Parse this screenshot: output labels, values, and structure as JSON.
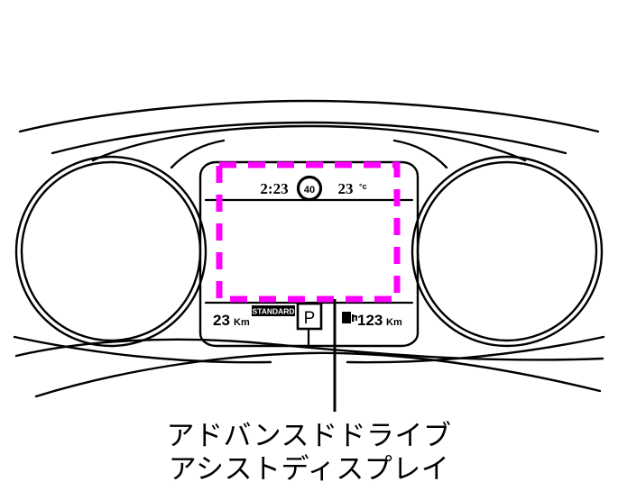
{
  "illustration": {
    "kind": "instrument-cluster-line-drawing",
    "background_color": "#ffffff",
    "line_color": "#000000",
    "highlight_color": "#ff00ff"
  },
  "cluster": {
    "info_bar": {
      "clock": "2:23",
      "speed_limit_sign": "40",
      "temperature": "23",
      "temperature_unit": "°c"
    },
    "status_bar": {
      "odometer": "23",
      "odometer_unit": "Km",
      "drive_mode_badge": "STANDARD",
      "shift_position": "P",
      "range_value": "123",
      "range_unit": "Km",
      "fuel_icon": "fuel-pump-icon"
    }
  },
  "callout": {
    "highlight_color": "#ff00ff",
    "caption_line_1": "アドバンスドドライブ",
    "caption_line_2": "アシストディスプレイ"
  }
}
